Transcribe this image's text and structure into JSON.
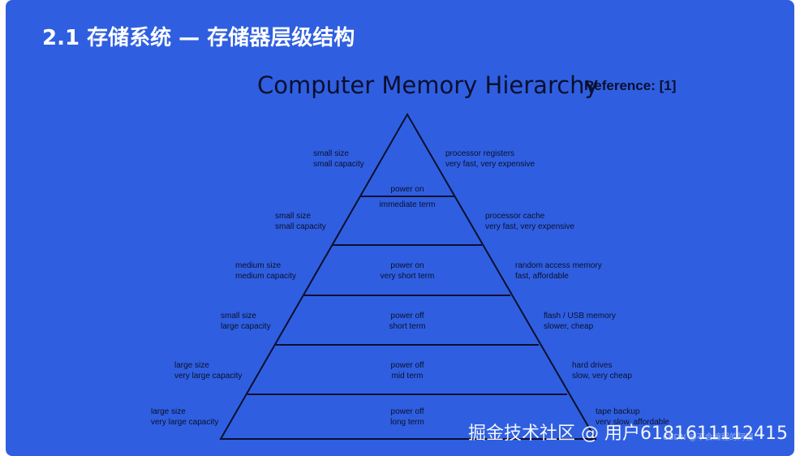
{
  "slide": {
    "title": "2.1 存储系统 — 存储器层级结构",
    "background_color": "#2f5fe0"
  },
  "diagram": {
    "title": "Computer Memory Hierarchy",
    "reference": "Reference: [1]",
    "levels": [
      {
        "left_line1": "small size",
        "left_line2": "small capacity",
        "center_line1": "power on",
        "center_line2": "immediate term",
        "right_line1": "processor registers",
        "right_line2": "very fast, very expensive"
      },
      {
        "left_line1": "small size",
        "left_line2": "small capacity",
        "center_line1": "",
        "center_line2": "",
        "right_line1": "processor cache",
        "right_line2": "very fast, very expensive"
      },
      {
        "left_line1": "medium size",
        "left_line2": "medium capacity",
        "center_line1": "power on",
        "center_line2": "very short term",
        "right_line1": "random access memory",
        "right_line2": "fast, affordable"
      },
      {
        "left_line1": "small size",
        "left_line2": "large capacity",
        "center_line1": "power off",
        "center_line2": "short term",
        "right_line1": "flash / USB memory",
        "right_line2": "slower, cheap"
      },
      {
        "left_line1": "large size",
        "left_line2": "very large capacity",
        "center_line1": "power off",
        "center_line2": "mid term",
        "right_line1": "hard drives",
        "right_line2": "slow, very cheap"
      },
      {
        "left_line1": "large size",
        "left_line2": "very large capacity",
        "center_line1": "power off",
        "center_line2": "long term",
        "right_line1": "tape backup",
        "right_line2": "very slow, affordable"
      }
    ]
  },
  "watermark": {
    "text": "掘金技术社区 @ 用户6181611112415",
    "small_text": "CSDN @不会编程的阿强"
  }
}
